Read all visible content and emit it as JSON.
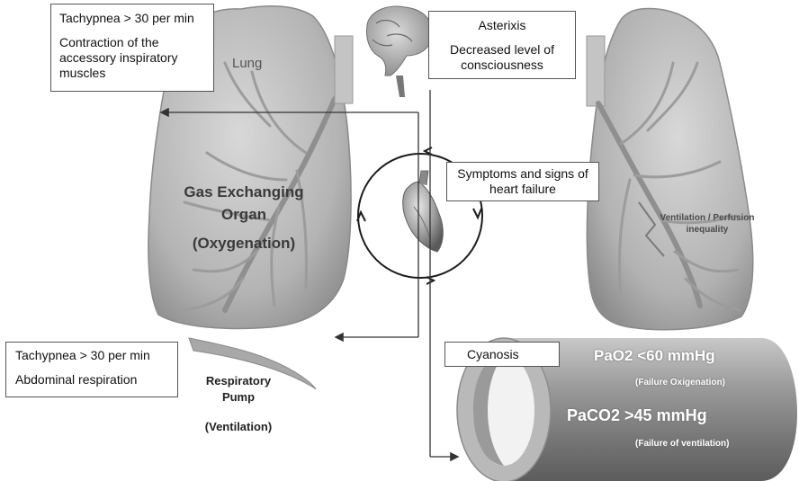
{
  "top_left_box": {
    "line1": "Tachypnea > 30 per min",
    "line2": "Contraction of the accessory inspiratory muscles"
  },
  "lung_label": "Lung",
  "brain_box": {
    "line1": "Asterixis",
    "line2": "Decreased level of consciousness"
  },
  "heart_box": "Symptoms and signs of heart failure",
  "gas_exchange": {
    "line1": "Gas Exchanging",
    "line2": "Organ",
    "line3": "(Oxygenation)"
  },
  "vq_label": "Ventilation / Perfusion inequality",
  "bottom_left_box": {
    "line1": "Tachypnea > 30 per min",
    "line2": "Abdominal respiration"
  },
  "pump_label": {
    "line1": "Respiratory",
    "line2": "Pump",
    "line3": "(Ventilation)"
  },
  "cyanosis_box": "Cyanosis",
  "vessel": {
    "pao2": "PaO2 <60 mmHg",
    "pao2_sub": "(Failure Oxigenation)",
    "paco2": "PaCO2 >45 mmHg",
    "paco2_sub": "(Failure of ventilation)"
  }
}
